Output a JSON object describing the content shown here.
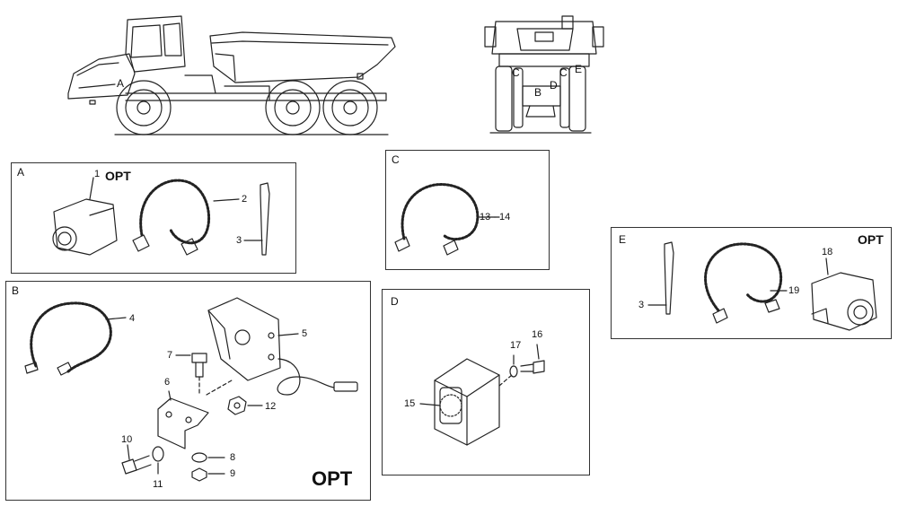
{
  "views": {
    "side": {
      "letter_a": "A"
    },
    "rear": {
      "c_left": "C",
      "b": "B",
      "d": "D",
      "c_right": "C",
      "e": "E"
    }
  },
  "panels": {
    "a": {
      "title": "A",
      "opt": "OPT",
      "callouts": [
        "1",
        "2",
        "3"
      ]
    },
    "b": {
      "title": "B",
      "opt": "OPT",
      "callouts": [
        "4",
        "5",
        "6",
        "7",
        "8",
        "9",
        "10",
        "11",
        "12"
      ]
    },
    "c": {
      "title": "C",
      "callouts": [
        "13 - 14"
      ]
    },
    "d": {
      "title": "D",
      "callouts": [
        "15",
        "16",
        "17"
      ]
    },
    "e": {
      "title": "E",
      "opt": "OPT",
      "callouts": [
        "3",
        "18",
        "19"
      ]
    }
  }
}
